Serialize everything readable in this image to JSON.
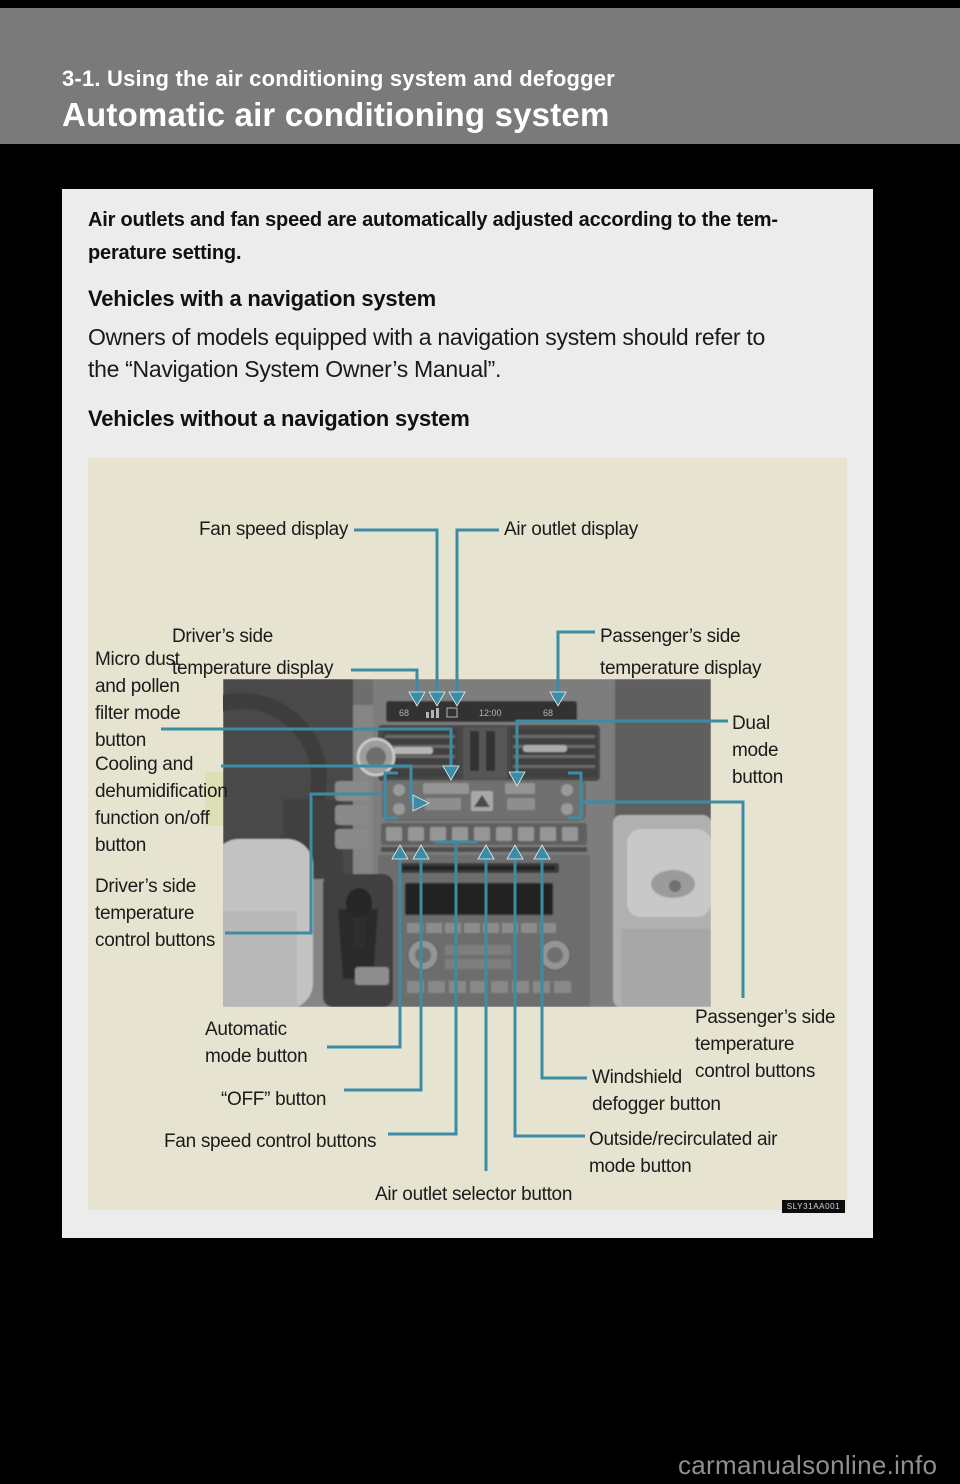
{
  "header": {
    "section_label": "3-1. Using the air conditioning system and defogger",
    "title": "Automatic air conditioning system"
  },
  "content": {
    "intro": "Air outlets and fan speed are automatically adjusted according to the tem-\nperature setting.",
    "nav_heading": "Vehicles with a navigation system",
    "nav_body": "Owners of models equipped with a navigation system should refer to\nthe “Navigation System Owner’s Manual”.",
    "nonav_heading": "Vehicles without a navigation system"
  },
  "diagram": {
    "labels": {
      "fan_speed_display": "Fan speed display",
      "air_outlet_display": "Air outlet display",
      "driver_temp_display": "Driver’s side\ntemperature display",
      "passenger_temp_display": "Passenger’s side\ntemperature display",
      "micro_dust": "Micro dust\nand pollen\nfilter mode\n button",
      "cooling": "Cooling and\ndehumidification\nfunction on/off\nbutton",
      "driver_temp_controls": "Driver’s side\ntemperature\ncontrol buttons",
      "dual_mode": "Dual\nmode\nbutton",
      "automatic_mode": "Automatic\nmode button",
      "off_button": "“OFF” button",
      "fan_speed_controls": "Fan speed control buttons",
      "air_outlet_selector": "Air outlet selector button",
      "windshield_defogger": "Windshield\ndefogger button",
      "outside_recirculated": "Outside/recirculated air\nmode button",
      "passenger_temp_controls": "Passenger’s side\ntemperature\ncontrol buttons"
    },
    "display_readout": {
      "driver_temp": "68",
      "clock": "12:00",
      "passenger_temp": "68"
    },
    "figure_code": "SLY31AA001",
    "colors": {
      "banner": "#7a7a7a",
      "page": "#ececec",
      "panel": "#e6e4d1",
      "highlight": "#dce0b4",
      "callout": "#3c8ca6"
    }
  },
  "watermark": "carmanualsonline.info"
}
